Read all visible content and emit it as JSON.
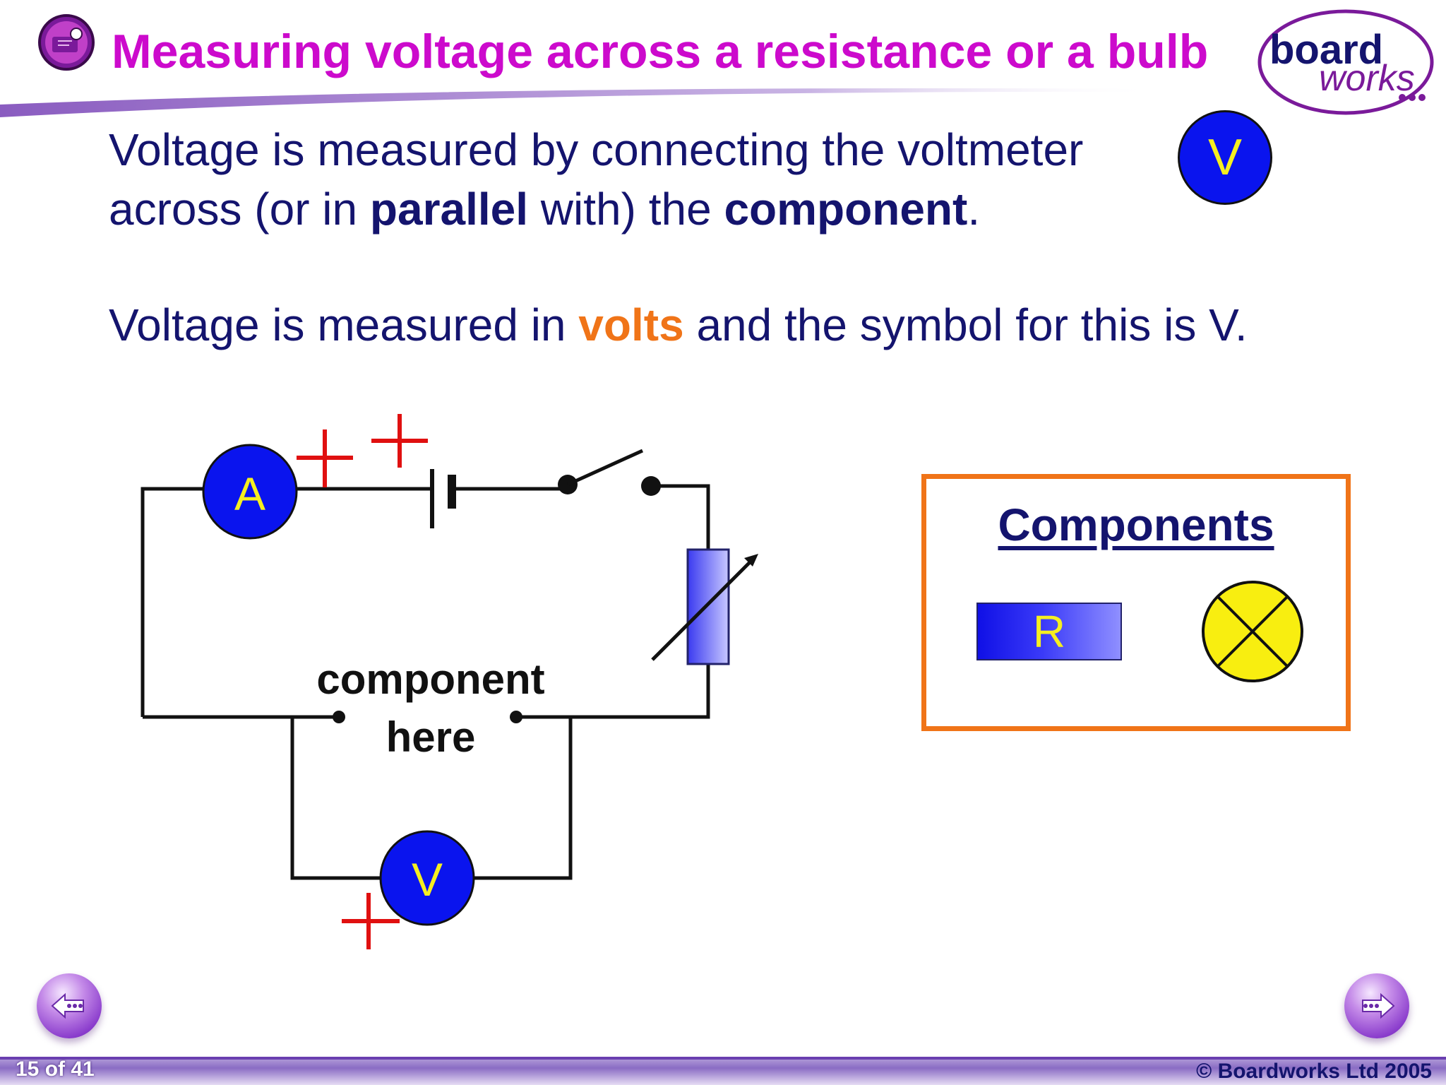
{
  "slide": {
    "title": "Measuring voltage across a resistance or a bulb",
    "para1_line1": "Voltage is measured by connecting the voltmeter",
    "para1_line2_a": "across (or in ",
    "para1_line2_bold1": "parallel",
    "para1_line2_b": " with) the ",
    "para1_line2_bold2": "component",
    "para1_line2_c": ".",
    "para2_a": "Voltage is measured in ",
    "para2_volts": "volts",
    "para2_b": " and the symbol for this is V."
  },
  "voltmeter_symbol": "V",
  "logo": {
    "top": "board",
    "bottom": "works"
  },
  "circuit": {
    "ammeter_label": "A",
    "voltmeter_label": "V",
    "gap_label_line1": "component",
    "gap_label_line2": "here"
  },
  "components_panel": {
    "heading": "Components",
    "resistor_label": "R",
    "bulb_icon": "bulb-icon"
  },
  "footer": {
    "slide_counter": "15 of 41",
    "copyright": "© Boardworks Ltd 2005"
  },
  "nav": {
    "prev_icon": "left-arrow-icon",
    "next_icon": "right-arrow-icon"
  },
  "colors": {
    "title": "#cc0acc",
    "body_text": "#14146e",
    "accent_orange": "#f07418",
    "meter_blue": "#0a14ee",
    "meter_text": "#f5ef20",
    "polarity_red": "#e01010"
  }
}
